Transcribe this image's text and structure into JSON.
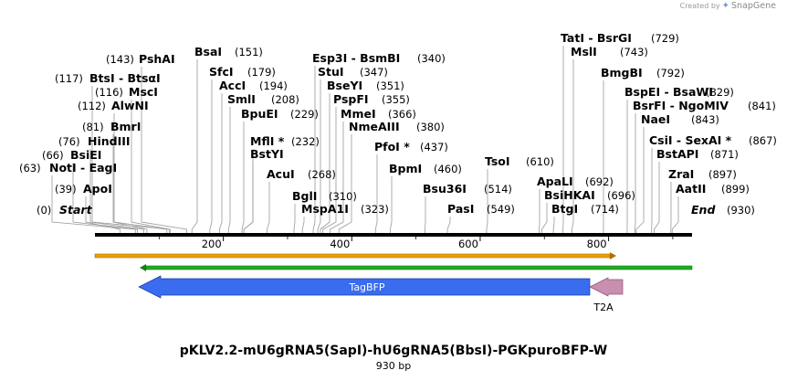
{
  "credit": {
    "prefix": "Created by",
    "brand": "SnapGene"
  },
  "plasmid": {
    "name": "pKLV2.2-mU6gRNA5(SapI)-hU6gRNA5(BbsI)-PGKpuroBFP-W",
    "length_label": "930 bp",
    "length": 930
  },
  "ends": [
    {
      "label": "Start",
      "pos": 0,
      "pos_label": "(0)"
    },
    {
      "label": "End",
      "pos": 930,
      "pos_label": "(930)"
    }
  ],
  "sites": [
    {
      "label": "ApoI",
      "pos_label": "(39)",
      "pos": 39
    },
    {
      "label": "NotI - EagI",
      "pos_label": "(63)",
      "pos": 63
    },
    {
      "label": "BsiEI",
      "pos_label": "(66)",
      "pos": 66
    },
    {
      "label": "HindIII",
      "pos_label": "(76)",
      "pos": 76
    },
    {
      "label": "BmrI",
      "pos_label": "(81)",
      "pos": 81
    },
    {
      "label": "AlwNI",
      "pos_label": "(112)",
      "pos": 112
    },
    {
      "label": "MscI",
      "pos_label": "(116)",
      "pos": 116
    },
    {
      "label": "BtsI - BtsαI",
      "pos_label": "(117)",
      "pos": 117
    },
    {
      "label": "PshAI",
      "pos_label": "(143)",
      "pos": 143
    },
    {
      "label": "BsaI",
      "pos_label": "(151)",
      "pos": 151
    },
    {
      "label": "SfcI",
      "pos_label": "(179)",
      "pos": 179
    },
    {
      "label": "AccI",
      "pos_label": "(194)",
      "pos": 194
    },
    {
      "label": "SmlI",
      "pos_label": "(208)",
      "pos": 208
    },
    {
      "label": "BpuEI",
      "pos_label": "(229)",
      "pos": 229
    },
    {
      "label": "MflI *",
      "pos_label": "(232)",
      "pos": 232
    },
    {
      "label": "BstYI",
      "pos_label": "",
      "pos": 232
    },
    {
      "label": "AcuI",
      "pos_label": "(268)",
      "pos": 268
    },
    {
      "label": "BglI",
      "pos_label": "(310)",
      "pos": 310
    },
    {
      "label": "MspA1I",
      "pos_label": "(323)",
      "pos": 323
    },
    {
      "label": "Esp3I - BsmBI",
      "pos_label": "(340)",
      "pos": 340
    },
    {
      "label": "StuI",
      "pos_label": "(347)",
      "pos": 347
    },
    {
      "label": "BseYI",
      "pos_label": "(351)",
      "pos": 351
    },
    {
      "label": "PspFI",
      "pos_label": "(355)",
      "pos": 355
    },
    {
      "label": "MmeI",
      "pos_label": "(366)",
      "pos": 366
    },
    {
      "label": "NmeAIII",
      "pos_label": "(380)",
      "pos": 380
    },
    {
      "label": "PfoI *",
      "pos_label": "(437)",
      "pos": 437
    },
    {
      "label": "BpmI",
      "pos_label": "(460)",
      "pos": 460
    },
    {
      "label": "Bsu36I",
      "pos_label": "(514)",
      "pos": 514
    },
    {
      "label": "PasI",
      "pos_label": "(549)",
      "pos": 549
    },
    {
      "label": "TsoI",
      "pos_label": "(610)",
      "pos": 610
    },
    {
      "label": "ApaLI",
      "pos_label": "(692)",
      "pos": 692
    },
    {
      "label": "BsiHKAI",
      "pos_label": "(696)",
      "pos": 696
    },
    {
      "label": "BtgI",
      "pos_label": "(714)",
      "pos": 714
    },
    {
      "label": "TatI - BsrGI",
      "pos_label": "(729)",
      "pos": 729
    },
    {
      "label": "MslI",
      "pos_label": "(743)",
      "pos": 743
    },
    {
      "label": "BmgBI",
      "pos_label": "(792)",
      "pos": 792
    },
    {
      "label": "BspEI - BsaWI",
      "pos_label": "(829)",
      "pos": 829
    },
    {
      "label": "BsrFI - NgoMIV",
      "pos_label": "(841)",
      "pos": 841
    },
    {
      "label": "NaeI",
      "pos_label": "(843)",
      "pos": 843
    },
    {
      "label": "CsiI - SexAI *",
      "pos_label": "(867)",
      "pos": 867
    },
    {
      "label": "BstAPI",
      "pos_label": "(871)",
      "pos": 871
    },
    {
      "label": "ZraI",
      "pos_label": "(897)",
      "pos": 897
    },
    {
      "label": "AatII",
      "pos_label": "(899)",
      "pos": 899
    }
  ],
  "ruler": {
    "ticks": [
      "200",
      "400",
      "600",
      "800"
    ],
    "tick_values": [
      200,
      400,
      600,
      800
    ]
  },
  "features": [
    {
      "name": "TagBFP",
      "label": "TagBFP",
      "color": "#3a6cf0",
      "direction": "reverse"
    },
    {
      "name": "T2A",
      "label": "T2A",
      "color": "#c98fb0",
      "direction": "reverse"
    }
  ],
  "colors": {
    "orange_bar": "#e8a000",
    "green_bar": "#22aa22",
    "backbone": "#000000"
  }
}
